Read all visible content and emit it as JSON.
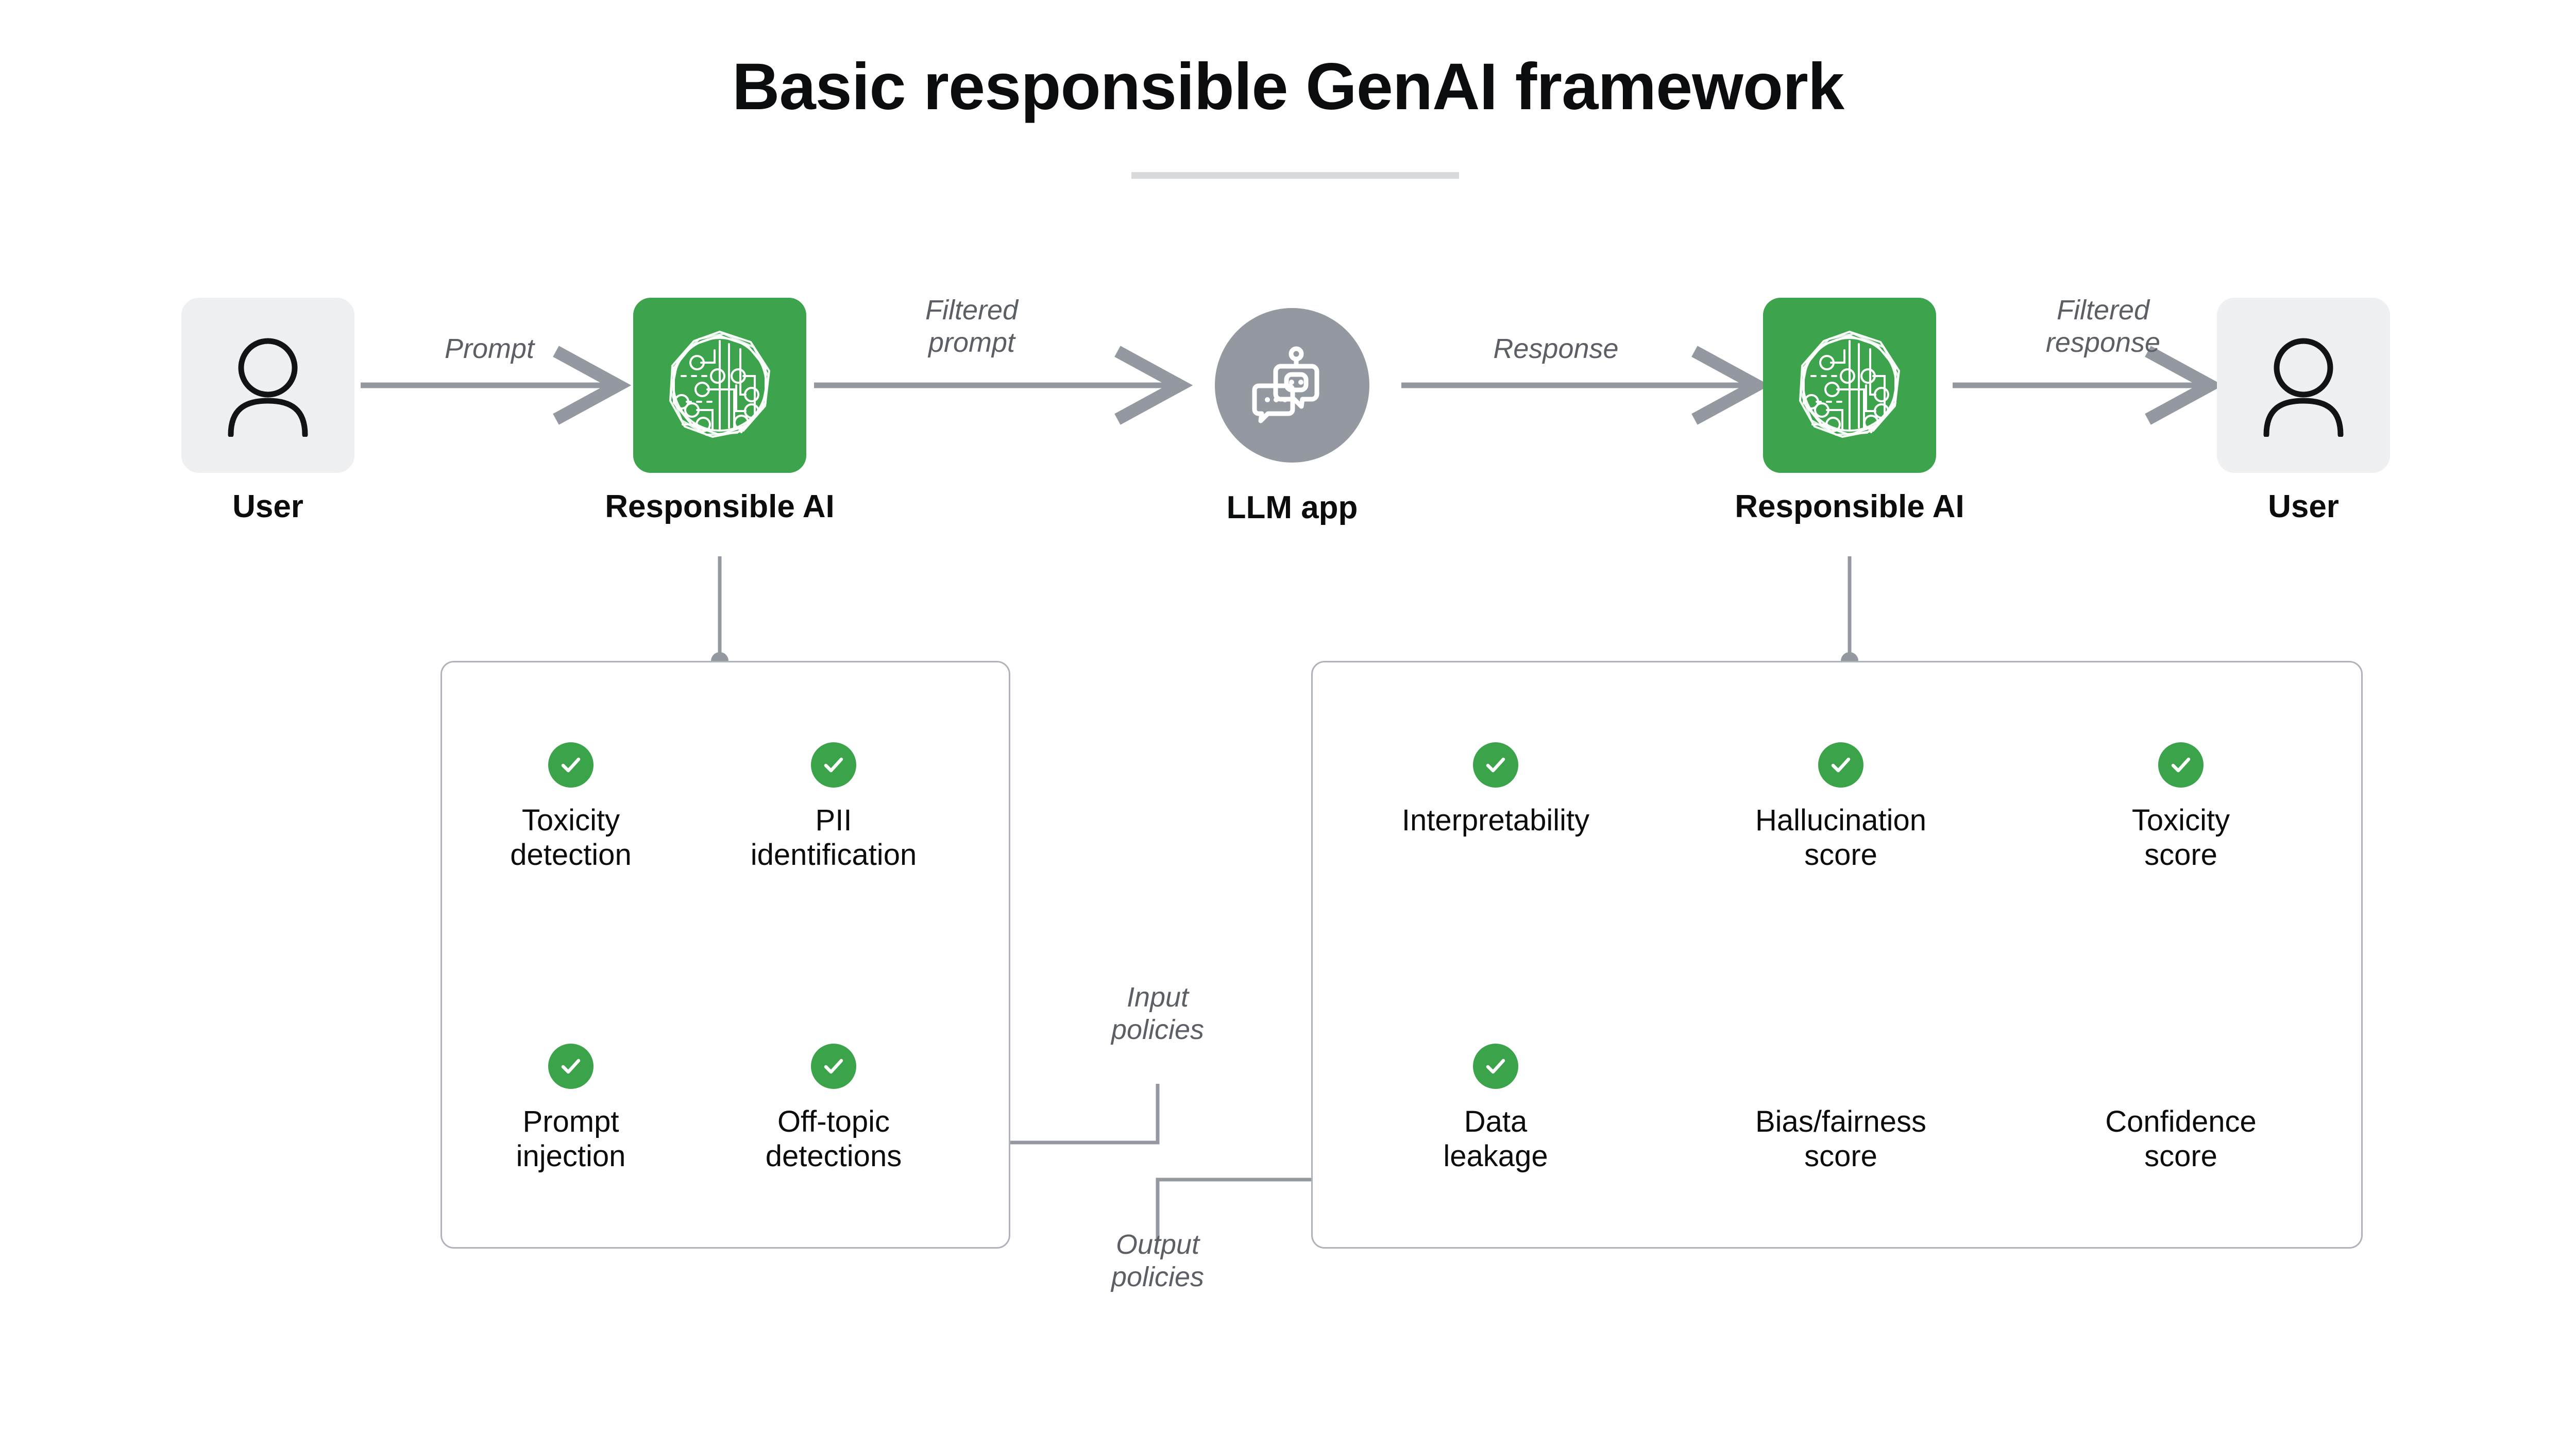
{
  "title": "Basic responsible GenAI framework",
  "colors": {
    "green": "#3da34d",
    "check_green": "#3ba34a",
    "gray_node": "#9498a1",
    "light_gray": "#eef0f2",
    "line": "#9498a1",
    "text": "#0b0c0e",
    "muted_text": "#5c6066",
    "panel_border": "#aeb2ba",
    "rule": "#d9dadc"
  },
  "flow": {
    "nodes": [
      {
        "id": "user-left",
        "label": "User",
        "icon": "person-icon",
        "shape": "rounded-square",
        "fill": "light-gray"
      },
      {
        "id": "rai-input",
        "label": "Responsible AI",
        "icon": "ai-brain-circuit-icon",
        "shape": "rounded-square",
        "fill": "green"
      },
      {
        "id": "llm-app",
        "label": "LLM app",
        "icon": "chatbot-icon",
        "shape": "circle",
        "fill": "gray"
      },
      {
        "id": "rai-output",
        "label": "Responsible AI",
        "icon": "ai-brain-circuit-icon",
        "shape": "rounded-square",
        "fill": "green"
      },
      {
        "id": "user-right",
        "label": "User",
        "icon": "person-icon",
        "shape": "rounded-square",
        "fill": "light-gray"
      }
    ],
    "edges": [
      {
        "id": "edge-prompt",
        "label": "Prompt",
        "from": "user-left",
        "to": "rai-input"
      },
      {
        "id": "edge-filtered-prompt",
        "label": "Filtered\nprompt",
        "from": "rai-input",
        "to": "llm-app"
      },
      {
        "id": "edge-response",
        "label": "Response",
        "from": "llm-app",
        "to": "rai-output"
      },
      {
        "id": "edge-filtered-response",
        "label": "Filtered\nresponse",
        "from": "rai-output",
        "to": "user-right"
      }
    ]
  },
  "routes": {
    "input_policies": "Input\npolicies",
    "output_policies": "Output\npolicies"
  },
  "panels": {
    "input": {
      "id": "input-policies-panel",
      "source_node": "rai-input",
      "items": [
        {
          "label": "Toxicity\ndetection",
          "checked": true
        },
        {
          "label": "PII\nidentification",
          "checked": true
        },
        {
          "label": "Prompt\ninjection",
          "checked": true
        },
        {
          "label": "Off-topic\ndetections",
          "checked": true
        }
      ]
    },
    "output": {
      "id": "output-policies-panel",
      "source_node": "rai-output",
      "items": [
        {
          "label": "Interpretability",
          "checked": true
        },
        {
          "label": "Hallucination\nscore",
          "checked": true
        },
        {
          "label": "Toxicity\nscore",
          "checked": true
        },
        {
          "label": "Data\nleakage",
          "checked": true
        },
        {
          "label": "Bias/fairness\nscore",
          "checked": false
        },
        {
          "label": "Confidence\nscore",
          "checked": false
        }
      ]
    }
  }
}
